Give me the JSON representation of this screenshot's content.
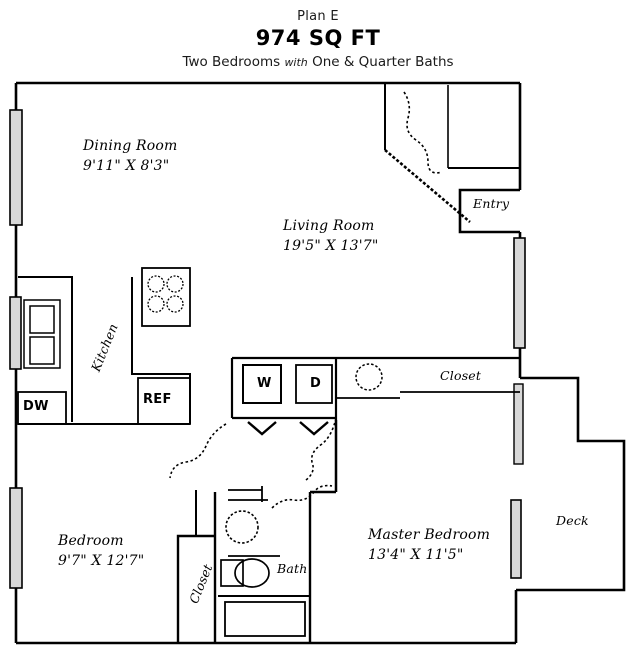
{
  "header": {
    "plan_name": "Plan E",
    "square_feet": "974 SQ FT",
    "description_part1": "Two Bedrooms",
    "description_with": "with",
    "description_part2": "One & Quarter Baths"
  },
  "rooms": [
    {
      "key": "dining",
      "name": "Dining Room",
      "dimensions": "9'11\" X 8'3\""
    },
    {
      "key": "living",
      "name": "Living Room",
      "dimensions": "19'5\" X 13'7\""
    },
    {
      "key": "bedroom",
      "name": "Bedroom",
      "dimensions": "9'7\" X 12'7\""
    },
    {
      "key": "masterbedroom",
      "name": "Master Bedroom",
      "dimensions": "13'4\" X 11'5\""
    }
  ],
  "areas": {
    "kitchen": "Kitchen",
    "entry": "Entry",
    "bath": "Bath",
    "deck": "Deck",
    "closet_hall": "Closet",
    "closet_bedroom": "Closet"
  },
  "appliances": {
    "dishwasher": "DW",
    "refrigerator": "REF",
    "washer": "W",
    "dryer": "D"
  },
  "colors": {
    "wall": "#000000",
    "background": "#ffffff",
    "window_fill": "#d9d9d9",
    "text": "#000000"
  }
}
